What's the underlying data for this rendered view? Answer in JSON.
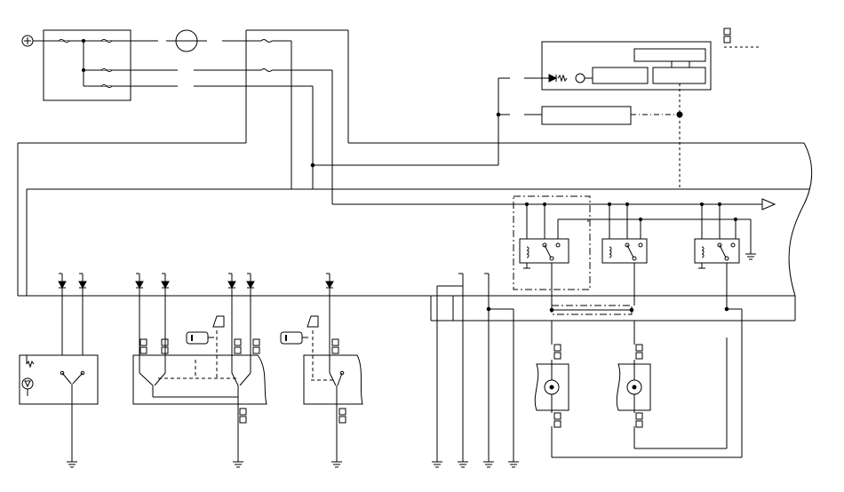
{
  "diagram": {
    "kind": "wiring-schematic",
    "background_color": "#ffffff",
    "line_color": "#000000",
    "supply_symbol": "battery-positive-terminal",
    "components": [
      "fuse-relay-box",
      "ignition-switch-symbol",
      "control-unit",
      "relay-module",
      "bus-line",
      "relay-1",
      "relay-2",
      "relay-3",
      "left-door-switch",
      "center-door-switch",
      "right-door-switch",
      "motor-1",
      "motor-2",
      "key-1",
      "key-2",
      "ground-symbols"
    ]
  }
}
